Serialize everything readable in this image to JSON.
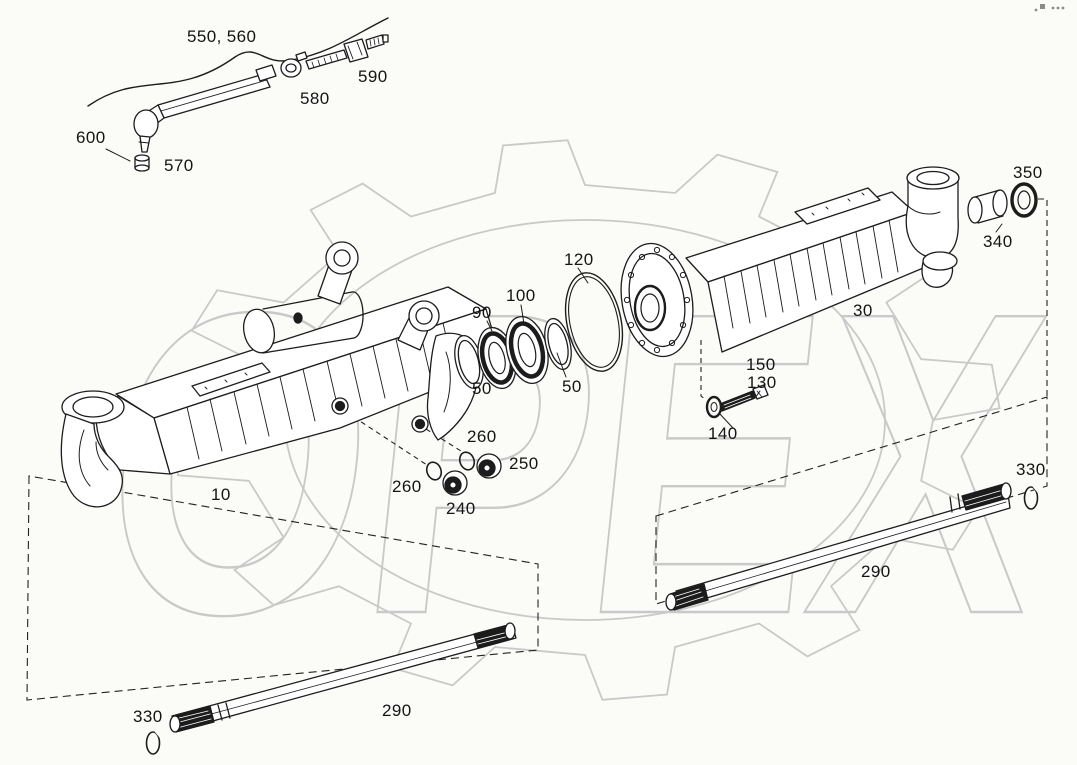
{
  "watermark": {
    "text": "OPEX",
    "color": "#c9c9c9"
  },
  "colors": {
    "background": "#fbfbf8",
    "line": "#1c1c1c",
    "dashed": "#222222"
  },
  "labels": [
    "550, 560",
    "590",
    "580",
    "600",
    "570",
    "350",
    "340",
    "30",
    "120",
    "100",
    "90",
    "50",
    "50",
    "150",
    "130",
    "140",
    "260",
    "250",
    "260",
    "240",
    "10",
    "330",
    "290",
    "330",
    "290"
  ]
}
